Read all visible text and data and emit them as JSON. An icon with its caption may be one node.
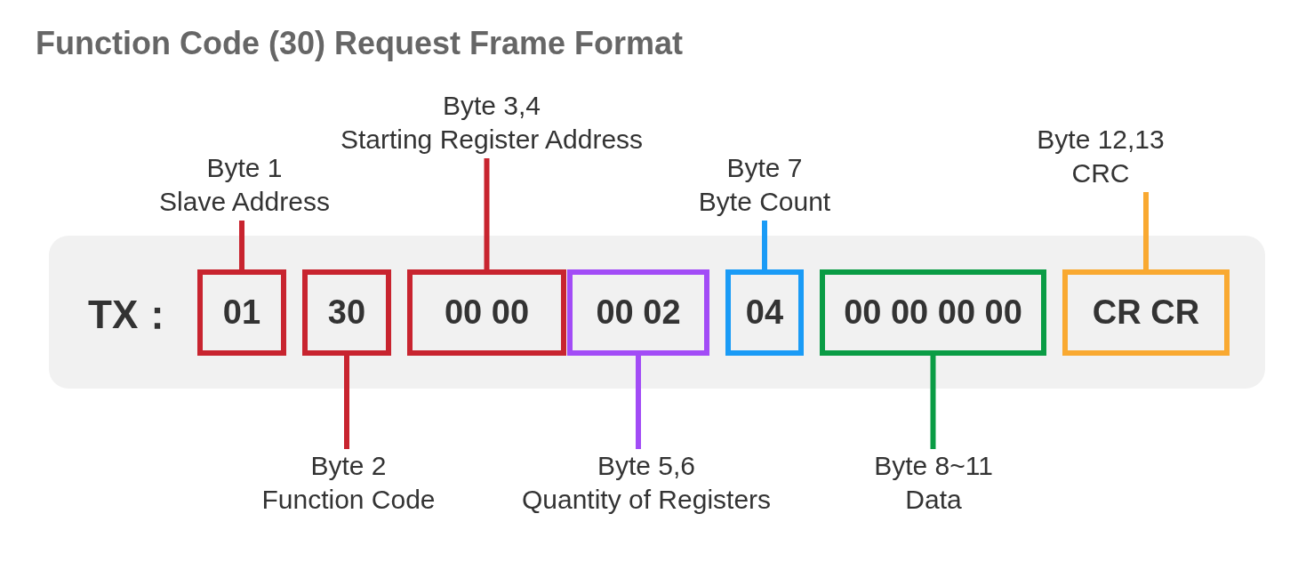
{
  "diagram": {
    "title": "Function Code (30) Request Frame Format",
    "nodes": [
      {
        "text": [
          "TX："
        ]
      },
      {
        "text": [
          "01"
        ],
        "in": 0
      },
      {
        "text": [
          "30"
        ],
        "in": 0
      },
      {
        "text": [
          "00 00"
        ],
        "in": 0
      },
      {
        "text": [
          "00 02"
        ],
        "in": 0
      },
      {
        "text": [
          "04"
        ],
        "in": 0
      },
      {
        "text": [
          "00 00 00 00"
        ],
        "in": 0
      },
      {
        "text": [
          "CR CR"
        ],
        "in": 0
      },
      {
        "text": [
          "Byte 3,4",
          "Starting Register Address"
        ]
      },
      {
        "text": [
          "Byte 12,13",
          "CRC"
        ]
      },
      {
        "text": [
          "Byte 1",
          "Slave Address"
        ]
      },
      {
        "text": [
          "Byte 7",
          "Byte Count"
        ]
      },
      {
        "text": [
          "Byte 2",
          "Function Code"
        ]
      },
      {
        "text": [
          "Byte 5,6",
          "Quantity of Registers"
        ]
      },
      {
        "text": [
          "Byte 8~11",
          "Data"
        ]
      }
    ],
    "edges": [
      {
        "from": 10,
        "to": 1,
        "arrow": "none"
      },
      {
        "from": 12,
        "to": 2,
        "arrow": "none"
      },
      {
        "from": 8,
        "to": 3,
        "arrow": "none"
      },
      {
        "from": 13,
        "to": 4,
        "arrow": "none",
        "color": "#a24cf6"
      },
      {
        "from": 11,
        "to": 5,
        "arrow": "none",
        "color": "#1a9bf6"
      },
      {
        "from": 14,
        "to": 6,
        "arrow": "none",
        "color": "#0a9c45"
      },
      {
        "from": 9,
        "to": 7,
        "arrow": "none",
        "color": "#f9a931"
      }
    ]
  }
}
